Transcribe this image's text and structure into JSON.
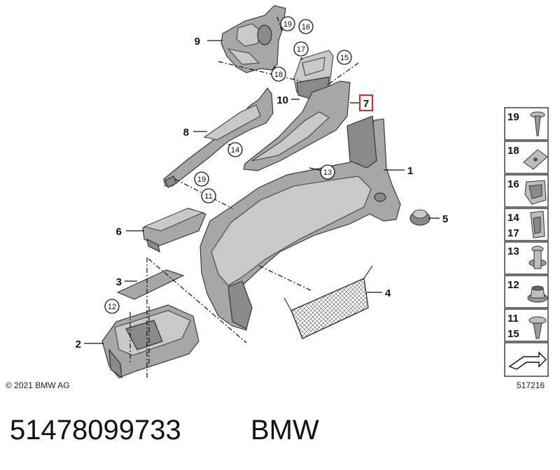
{
  "callouts": {
    "c1": "1",
    "c2": "2",
    "c3": "3",
    "c4": "4",
    "c5": "5",
    "c6": "6",
    "c7": "7",
    "c8": "8",
    "c9": "9",
    "c10": "10",
    "c11": "11",
    "c12": "12",
    "c13": "13",
    "c14": "14",
    "c15": "15",
    "c16": "16",
    "c17": "17",
    "c18": "18",
    "c19a": "19",
    "c19b": "19"
  },
  "sidebar": {
    "items": [
      "19",
      "18",
      "16",
      "14",
      "17",
      "13",
      "12",
      "11",
      "15"
    ]
  },
  "copyright": "© 2021 BMW AG",
  "diagram_id": "517216",
  "part_number": "51478099733",
  "brand": "BMW",
  "highlight_color": "#e0262d"
}
